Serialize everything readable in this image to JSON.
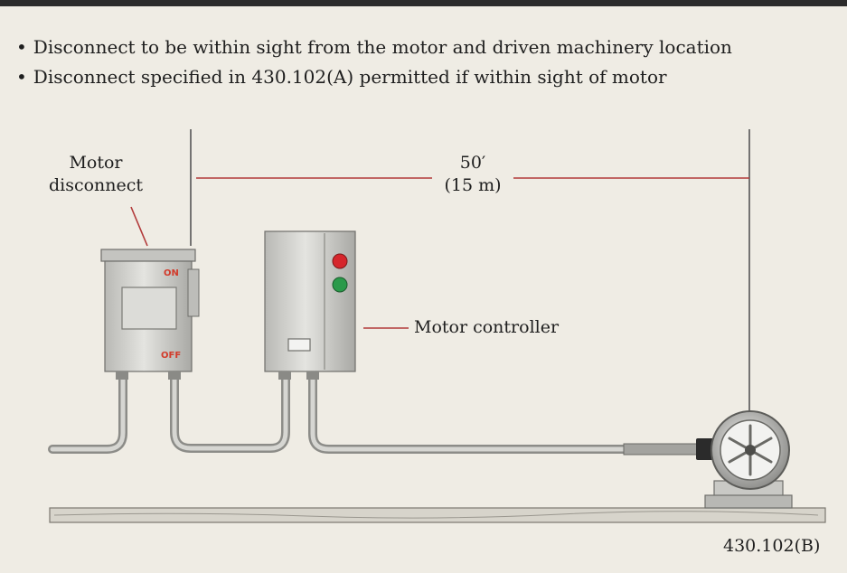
{
  "bullets": [
    "Disconnect to be within sight from the motor and driven machinery location",
    "Disconnect specified in 430.102(A) permitted if within sight of motor"
  ],
  "labels": {
    "motor_disconnect_line1": "Motor",
    "motor_disconnect_line2": "disconnect",
    "distance_ft": "50′",
    "distance_m": "(15 m)",
    "motor_controller": "Motor controller",
    "switch_on": "ON",
    "switch_off": "OFF",
    "reference": "430.102(B)"
  },
  "colors": {
    "background": "#efece4",
    "dimension_line": "#b23a3a",
    "switch_text": "#d23b2b",
    "stop_light": "#d6262c",
    "start_light": "#2a9a4a",
    "enclosure": "#cfcfcb",
    "conduit": "#9a9a96"
  }
}
